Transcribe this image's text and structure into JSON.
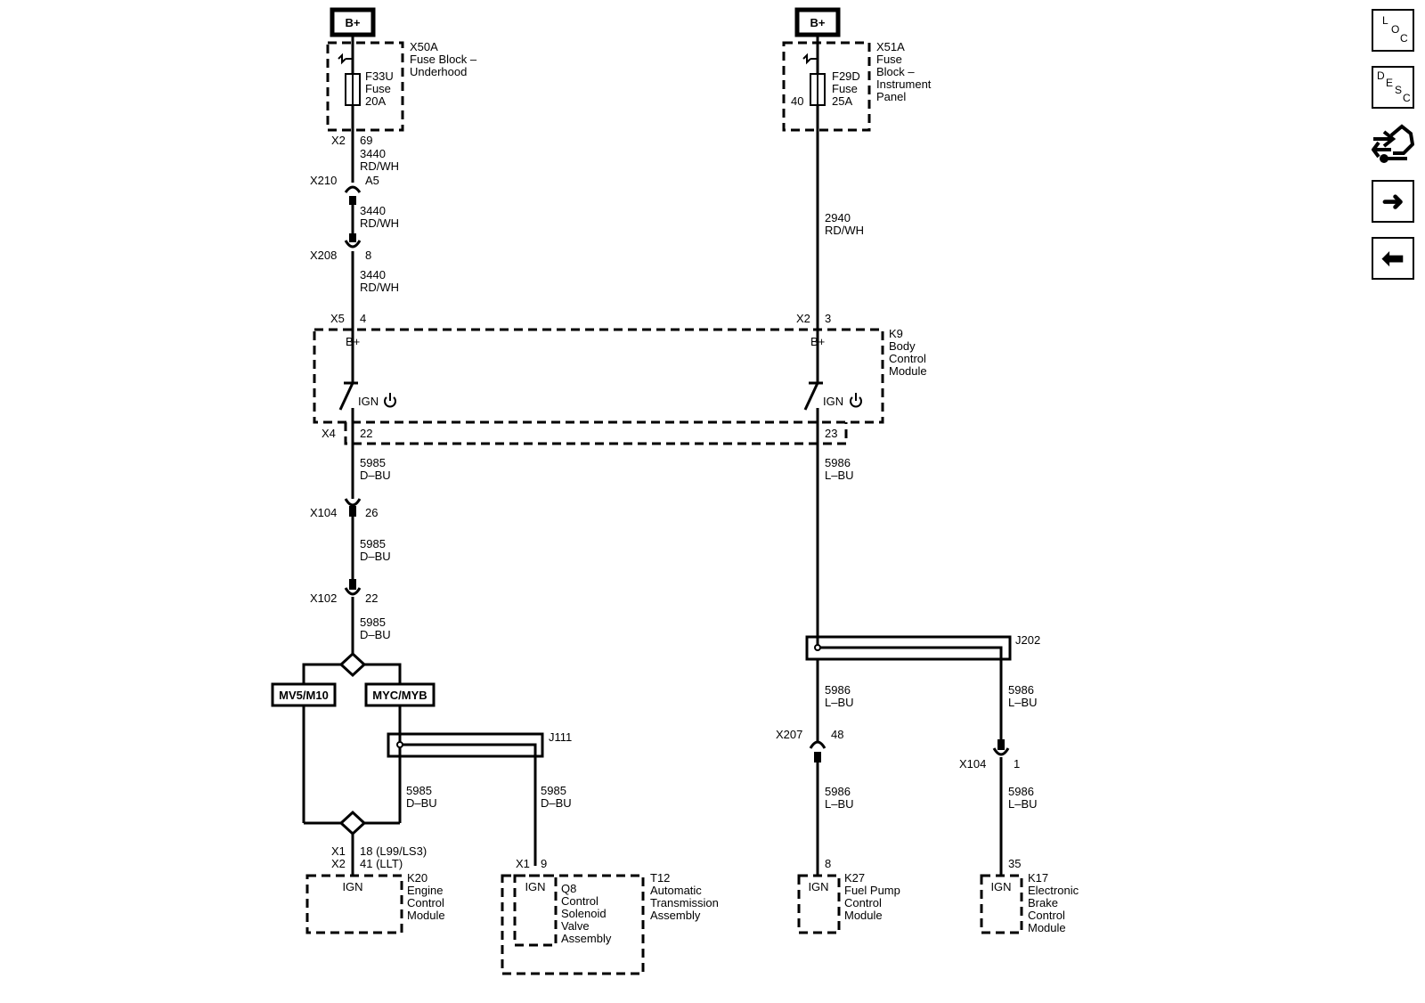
{
  "sources": {
    "b_plus": "B+"
  },
  "fuse_blocks": {
    "underhood": {
      "id": "X50A",
      "name": [
        "Fuse Block –",
        "Underhood"
      ],
      "fuse": [
        "F33U",
        "Fuse",
        "20A"
      ]
    },
    "instrument_panel": {
      "id": "X51A",
      "name": [
        "Fuse",
        "Block –",
        "Instrument",
        "Panel"
      ],
      "fuse": [
        "F29D",
        "Fuse",
        "25A"
      ],
      "pin": "40"
    }
  },
  "wires": {
    "c3440": [
      "3440",
      "RD/WH"
    ],
    "c2940": [
      "2940",
      "RD/WH"
    ],
    "c5985": [
      "5985",
      "D–BU"
    ],
    "c5986": [
      "5986",
      "L–BU"
    ]
  },
  "connectors": {
    "x2_69": [
      "X2",
      "69"
    ],
    "x210_a5": [
      "X210",
      "A5"
    ],
    "x208_8": [
      "X208",
      "8"
    ],
    "x5_4": [
      "X5",
      "4"
    ],
    "x2_3": [
      "X2",
      "3"
    ],
    "x4": "X4",
    "pin22": "22",
    "pin23": "23",
    "x104_26": [
      "X104",
      "26"
    ],
    "x102_22": [
      "X102",
      "22"
    ],
    "x207_48": [
      "X207",
      "48"
    ],
    "x104_1": [
      "X104",
      "1"
    ],
    "x1_9": [
      "X1",
      "9"
    ],
    "k20_pins": [
      "X1",
      "18 (L99/LS3)",
      "X2",
      "41 (LLT)"
    ],
    "k27_pin": "8",
    "k17_pin": "35"
  },
  "bcm": {
    "id": "K9",
    "name": [
      "Body",
      "Control",
      "Module"
    ],
    "bplus": "B+",
    "ign": "IGN"
  },
  "splices": {
    "j111": "J111",
    "j202": "J202"
  },
  "options": {
    "left": "MV5/M10",
    "right": "MYC/MYB"
  },
  "modules": {
    "k20": {
      "id": "K20",
      "name": [
        "Engine",
        "Control",
        "Module"
      ],
      "ign": "IGN"
    },
    "t12": {
      "id": "T12",
      "name": [
        "Automatic",
        "Transmission",
        "Assembly"
      ],
      "ign": "IGN"
    },
    "q8": {
      "id": "Q8",
      "name": [
        "Control",
        "Solenoid",
        "Valve",
        "Assembly"
      ]
    },
    "k27": {
      "id": "K27",
      "name": [
        "Fuel Pump",
        "Control",
        "Module"
      ],
      "ign": "IGN"
    },
    "k17": {
      "id": "K17",
      "name": [
        "Electronic",
        "Brake",
        "Control",
        "Module"
      ],
      "ign": "IGN"
    }
  },
  "toolbar": {
    "loc": [
      "L",
      "O",
      "C"
    ],
    "desc": [
      "D",
      "E",
      "S",
      "C"
    ],
    "connector_icon": "connector-icon",
    "next_icon": "arrow-right-icon",
    "prev_icon": "arrow-left-icon",
    "next": "➜",
    "prev": "⬅"
  }
}
